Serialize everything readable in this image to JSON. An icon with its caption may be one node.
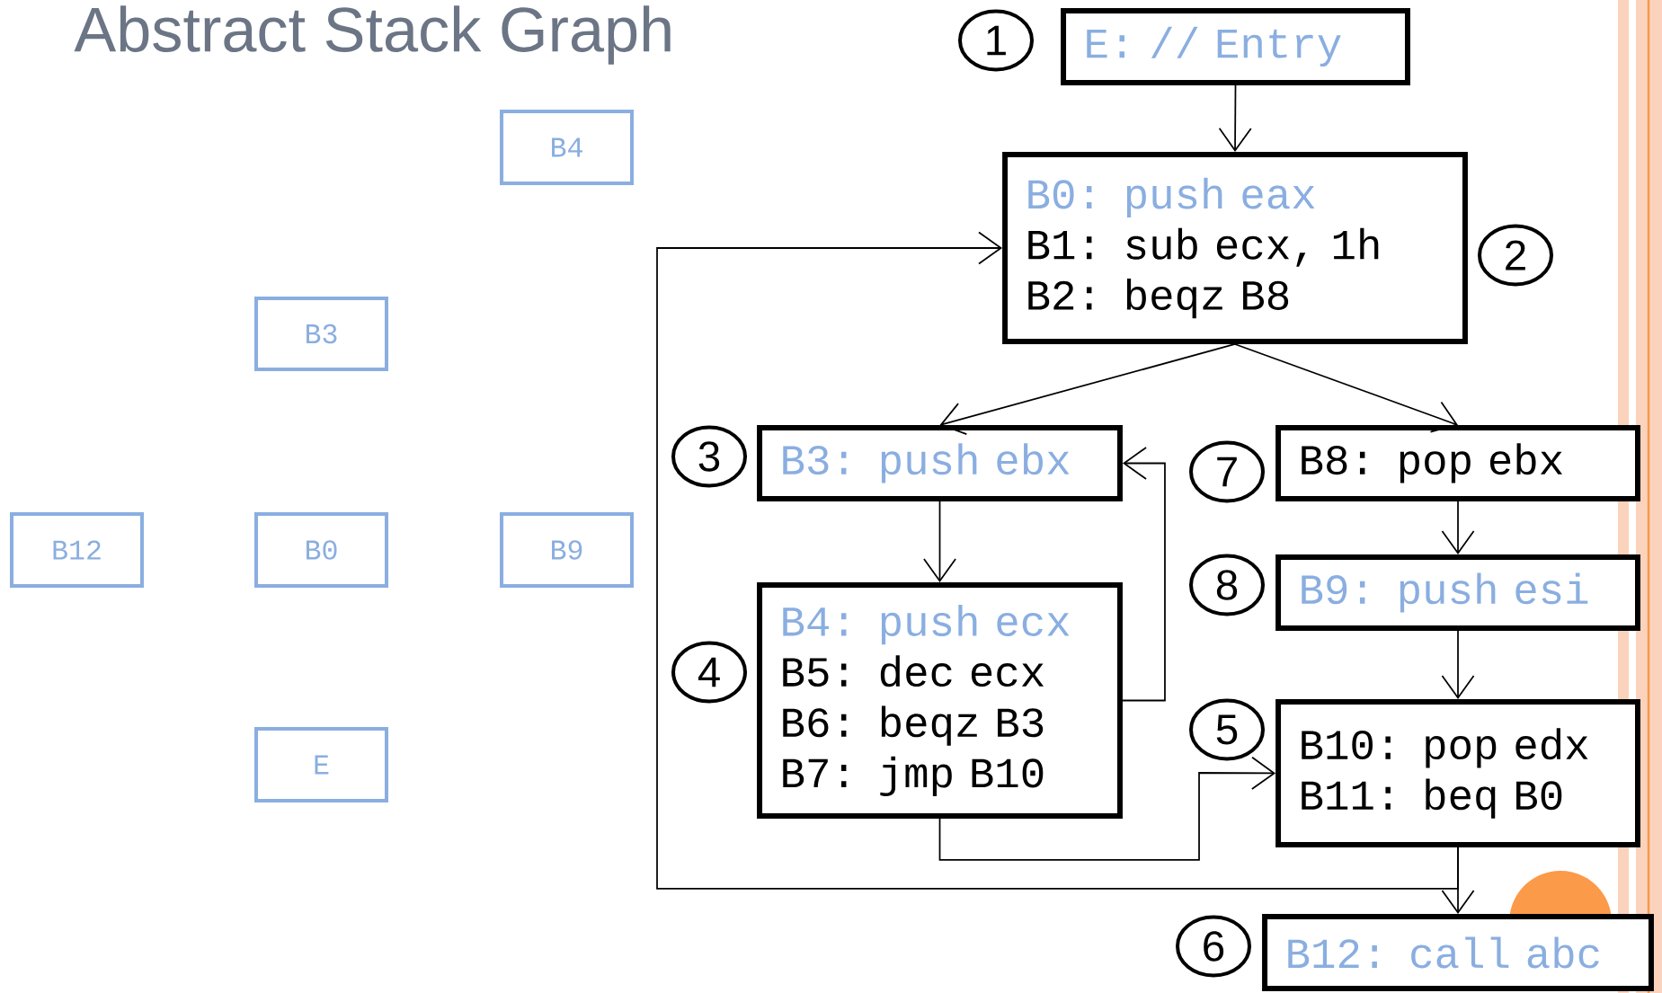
{
  "diagram": {
    "title": "Abstract Stack Graph",
    "nodes": [
      {
        "text": [
          "B4"
        ]
      },
      {
        "text": [
          "B3"
        ]
      },
      {
        "text": [
          "B12"
        ]
      },
      {
        "text": [
          "B0"
        ]
      },
      {
        "text": [
          "B9"
        ]
      },
      {
        "text": [
          "E"
        ]
      },
      {
        "text": [
          "E: // Entry"
        ],
        "beside": [
          "1"
        ]
      },
      {
        "text": [
          "B0: push eax",
          "B1: sub  ecx, 1h",
          "B2: beqz B8"
        ],
        "beside": [
          "2"
        ]
      },
      {
        "text": [
          "B3: push ebx"
        ],
        "beside": [
          "3"
        ]
      },
      {
        "text": [
          "B4: push ecx",
          "B5: dec  ecx",
          "B6: beqz B3",
          "B7: jmp  B10"
        ],
        "beside": [
          "4"
        ]
      },
      {
        "text": [
          "B8: pop  ebx"
        ],
        "beside": [
          "7"
        ]
      },
      {
        "text": [
          "B9: push esi"
        ],
        "beside": [
          "8"
        ]
      },
      {
        "text": [
          "B10: pop edx",
          "B11: beq B0"
        ],
        "beside": [
          "5"
        ]
      },
      {
        "text": [
          "B12: call abc"
        ],
        "beside": [
          "6"
        ]
      }
    ],
    "edges": [
      {
        "from": 6,
        "to": 7,
        "arrow": "to"
      },
      {
        "from": 7,
        "to": 8,
        "arrow": "to"
      },
      {
        "from": 7,
        "to": 10,
        "arrow": "to"
      },
      {
        "from": 8,
        "to": 9,
        "arrow": "to"
      },
      {
        "from": 9,
        "to": 8,
        "arrow": "to"
      },
      {
        "from": 9,
        "to": 12,
        "arrow": "to"
      },
      {
        "from": 10,
        "to": 11,
        "arrow": "to"
      },
      {
        "from": 11,
        "to": 12,
        "arrow": "to"
      },
      {
        "from": 12,
        "to": 13,
        "arrow": "to"
      },
      {
        "from": 12,
        "to": 7,
        "arrow": "to"
      }
    ]
  }
}
